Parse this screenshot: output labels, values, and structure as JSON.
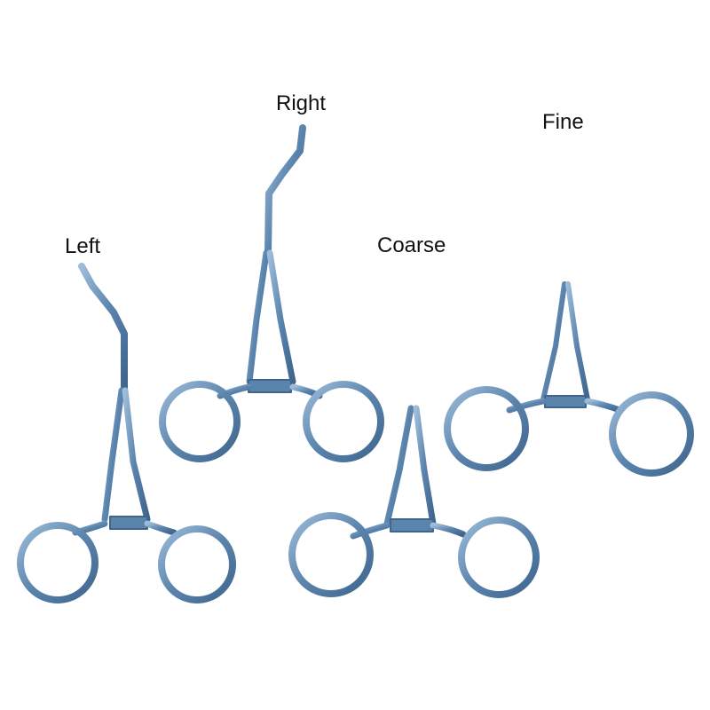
{
  "labels": {
    "left": "Left",
    "right": "Right",
    "coarse": "Coarse",
    "fine": "Fine"
  },
  "instruments": [
    {
      "id": "left",
      "icon": "curved-left-forceps-icon"
    },
    {
      "id": "right",
      "icon": "curved-right-forceps-icon"
    },
    {
      "id": "coarse",
      "icon": "straight-coarse-forceps-icon"
    },
    {
      "id": "fine",
      "icon": "straight-fine-forceps-icon"
    }
  ],
  "colors": {
    "background": "#ffffff",
    "metal": "#5b84ad",
    "metal_dark": "#3f658d",
    "metal_light": "#8fb2d3",
    "label": "#111111"
  }
}
